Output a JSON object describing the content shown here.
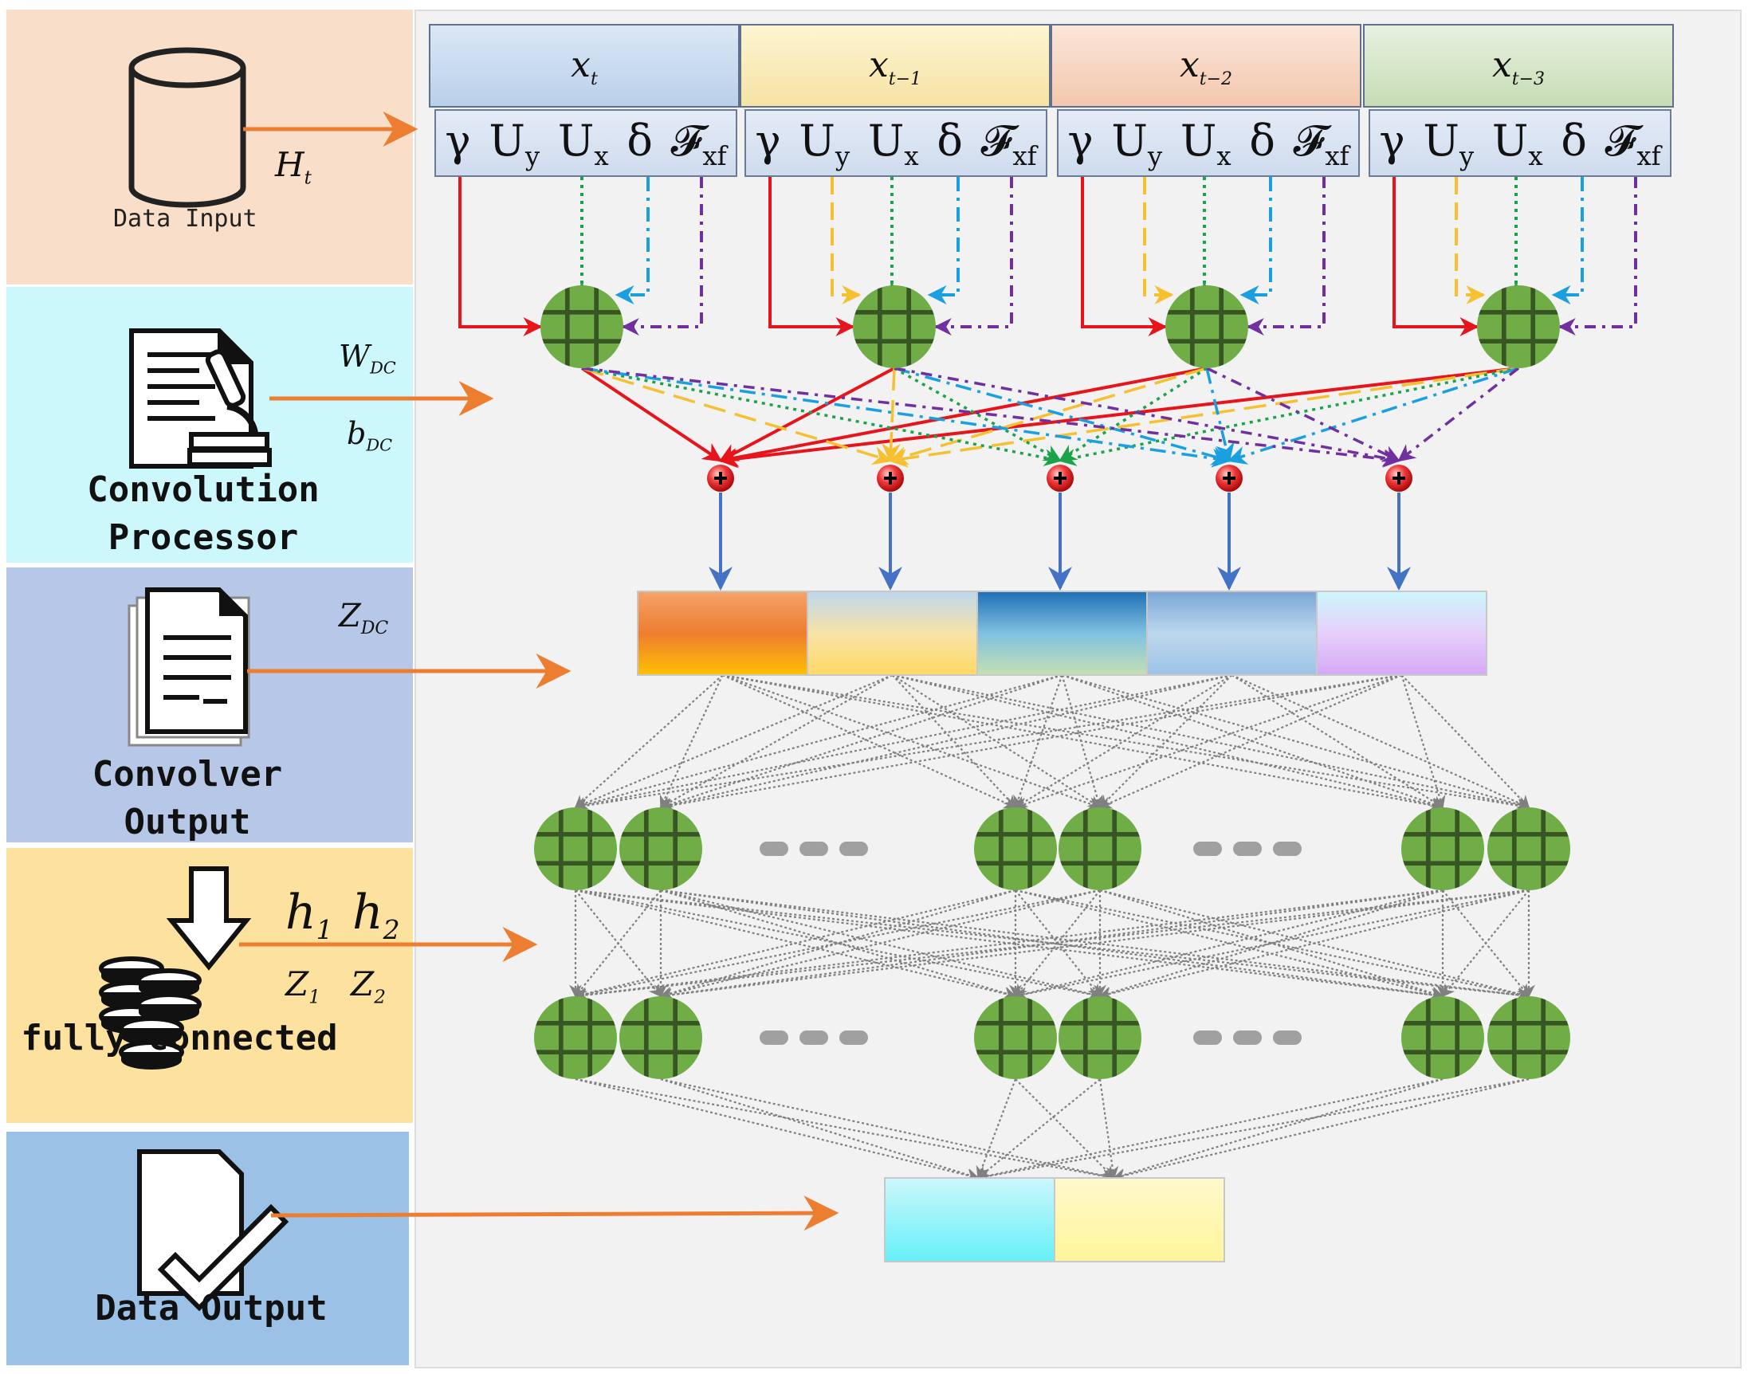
{
  "panels": [
    {
      "id": "data-input",
      "label": "",
      "small_label": "Data Input",
      "color": "#f9dec9"
    },
    {
      "id": "convolution-processor",
      "label": "Convolution\nProcessor",
      "color": "#ccf7fb"
    },
    {
      "id": "convolver-output",
      "label": "Convolver\nOutput",
      "color": "#b6c7e7"
    },
    {
      "id": "fully-connected",
      "label": "fully-connected",
      "color": "#fde29f"
    },
    {
      "id": "data-output",
      "label": "Data Output",
      "color": "#9cc1e6"
    }
  ],
  "side_labels": {
    "ht": {
      "base": "H",
      "sub": "t"
    },
    "wdc": {
      "base": "W",
      "sub": "DC"
    },
    "bdc": {
      "base": "b",
      "sub": "DC"
    },
    "zdc": {
      "base": "Z",
      "sub": "DC"
    },
    "h1": {
      "base": "h",
      "sub": "1"
    },
    "h2": {
      "base": "h",
      "sub": "2"
    },
    "z1": {
      "base": "Z",
      "sub": "1"
    },
    "z2": {
      "base": "Z",
      "sub": "2"
    }
  },
  "time_steps": [
    {
      "base": "x",
      "sub": "t",
      "color_top": "#dbe7f5",
      "color_bottom": "#b9d0ea"
    },
    {
      "base": "x",
      "sub": "t−1",
      "color_top": "#fdf5d2",
      "color_bottom": "#f5e3a4"
    },
    {
      "base": "x",
      "sub": "t−2",
      "color_top": "#fbe6d9",
      "color_bottom": "#f3c7ae"
    },
    {
      "base": "x",
      "sub": "t−3",
      "color_top": "#e8f1e0",
      "color_bottom": "#c6dcb4"
    }
  ],
  "params": [
    {
      "base": "γ",
      "sub": ""
    },
    {
      "base": "U",
      "sub": "y"
    },
    {
      "base": "U",
      "sub": "x"
    },
    {
      "base": "δ",
      "sub": ""
    },
    {
      "base": "𝓕",
      "sub": "xf"
    }
  ],
  "colors": {
    "red": "#e8141b",
    "yellow": "#f5c131",
    "green": "#1aa34a",
    "cyan": "#1aa0e0",
    "purple": "#7030a0",
    "blue_arrow": "#4472c4",
    "orange_arrow": "#ed7d31",
    "node_fill": "#70ad47",
    "node_grid": "#375623",
    "gray": "#808080"
  },
  "output_segments": [
    {
      "name": "seg1",
      "stops": [
        "#f5a36a",
        "#ed7d31",
        "#ffc000"
      ]
    },
    {
      "name": "seg2",
      "stops": [
        "#bdd7ee",
        "#f7e3a6",
        "#ffd966"
      ]
    },
    {
      "name": "seg3",
      "stops": [
        "#1f6fb5",
        "#7fc1e0",
        "#c5e0b4"
      ]
    },
    {
      "name": "seg4",
      "stops": [
        "#7aa6d6",
        "#bdd7ee",
        "#9dc3e6"
      ]
    },
    {
      "name": "seg5",
      "stops": [
        "#ccf7fb",
        "#e6d0fb",
        "#d4a8f5"
      ]
    }
  ],
  "final_segments": [
    {
      "name": "final1",
      "stops": [
        "#ccf7fb",
        "#66f0f8"
      ]
    },
    {
      "name": "final2",
      "stops": [
        "#fff8cc",
        "#fff59b"
      ]
    }
  ]
}
